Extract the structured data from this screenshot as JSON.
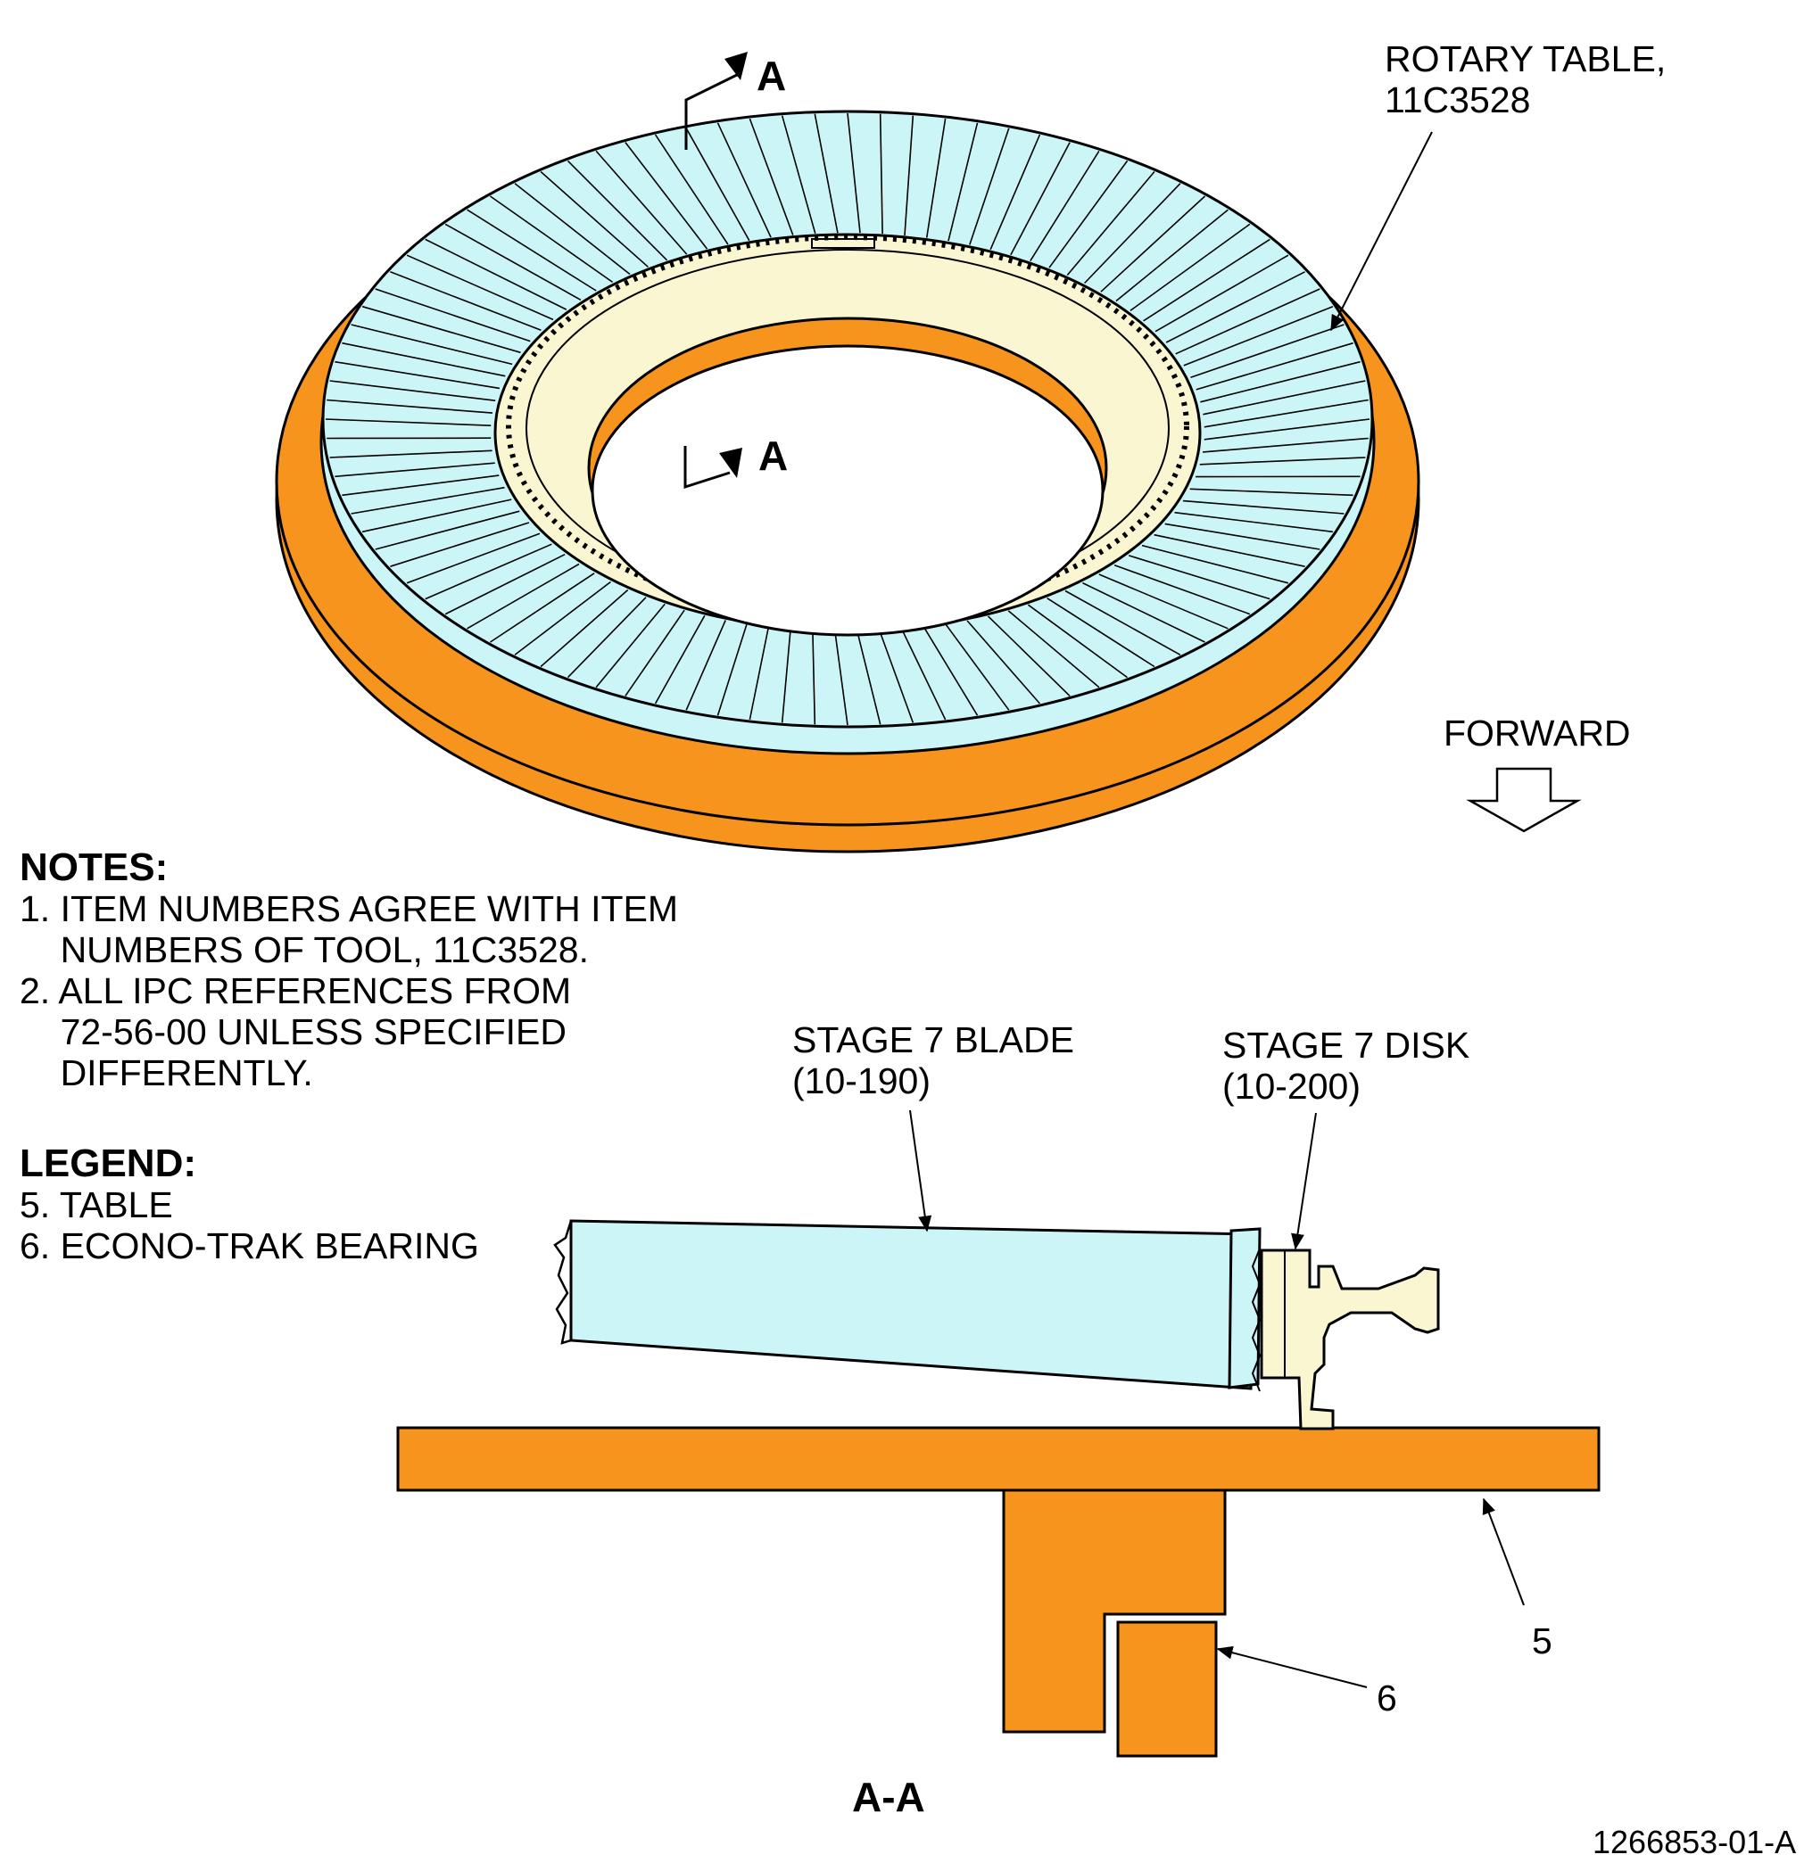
{
  "labels": {
    "rotary_table": "ROTARY TABLE,\n11C3528",
    "forward": "FORWARD",
    "section_top": "A",
    "section_mid": "A",
    "section_view": "A-A",
    "stage7_blade": "STAGE 7 BLADE\n(10-190)",
    "stage7_disk": "STAGE 7 DISK\n(10-200)",
    "item_5": "5",
    "item_6": "6",
    "figure_id": "1266853-01-A"
  },
  "notes": {
    "heading": "NOTES:",
    "items": [
      "1. ITEM NUMBERS AGREE WITH ITEM\n    NUMBERS OF TOOL, 11C3528.",
      "2. ALL IPC REFERENCES FROM\n    72-56-00 UNLESS SPECIFIED\n    DIFFERENTLY."
    ]
  },
  "legend": {
    "heading": "LEGEND:",
    "items": [
      "5. TABLE",
      "6. ECONO-TRAK BEARING"
    ]
  },
  "colors": {
    "table": "#F7941D",
    "blade": "#CCF5F7",
    "disk": "#FAF6D2",
    "line": "#000000"
  }
}
